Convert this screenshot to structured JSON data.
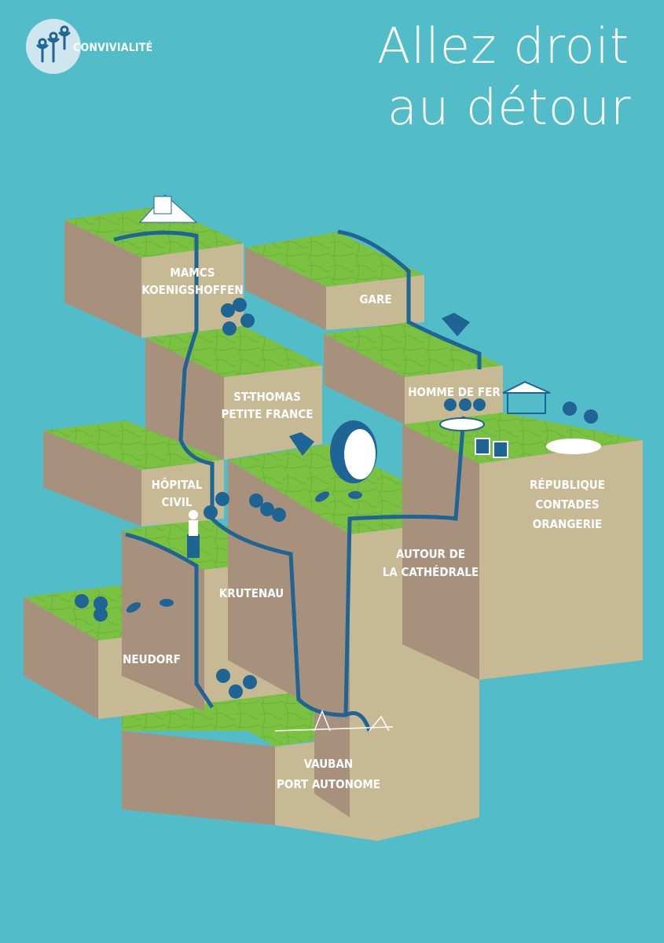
{
  "brand": {
    "name": "CONVIVIALITÉ",
    "logo_icon": "people-icon"
  },
  "title": {
    "line1": "Allez droit",
    "line2": "au détour"
  },
  "colors": {
    "background": "#52bcc9",
    "grass": "#7bc242",
    "block_side": "#c8b995",
    "block_front": "#a8917c",
    "path": "#1e6495",
    "text": "#ffffff"
  },
  "districts": [
    {
      "id": "mamcs",
      "lines": [
        "MAMCS",
        "KOENIGSHOFFEN"
      ]
    },
    {
      "id": "gare",
      "lines": [
        "GARE"
      ]
    },
    {
      "id": "st-thomas",
      "lines": [
        "ST-THOMAS",
        "PETITE FRANCE"
      ]
    },
    {
      "id": "homme-de-fer",
      "lines": [
        "HOMME DE FER"
      ]
    },
    {
      "id": "hopital",
      "lines": [
        "HÔPITAL",
        "CIVIL"
      ]
    },
    {
      "id": "republique",
      "lines": [
        "RÉPUBLIQUE",
        "CONTADES",
        "ORANGERIE"
      ]
    },
    {
      "id": "cathedrale",
      "lines": [
        "AUTOUR DE",
        "LA CATHÉDRALE"
      ]
    },
    {
      "id": "krutenau",
      "lines": [
        "KRUTENAU"
      ]
    },
    {
      "id": "neudorf",
      "lines": [
        "NEUDORF"
      ]
    },
    {
      "id": "vauban",
      "lines": [
        "VAUBAN",
        "PORT AUTONOME"
      ]
    }
  ],
  "landmarks": [
    "museum-icon",
    "book-icon",
    "bandstand-icon",
    "bridge-icon",
    "cheese-wheel-icon",
    "statue-icon",
    "tree-icon",
    "chair-icon",
    "baguette-icon"
  ]
}
